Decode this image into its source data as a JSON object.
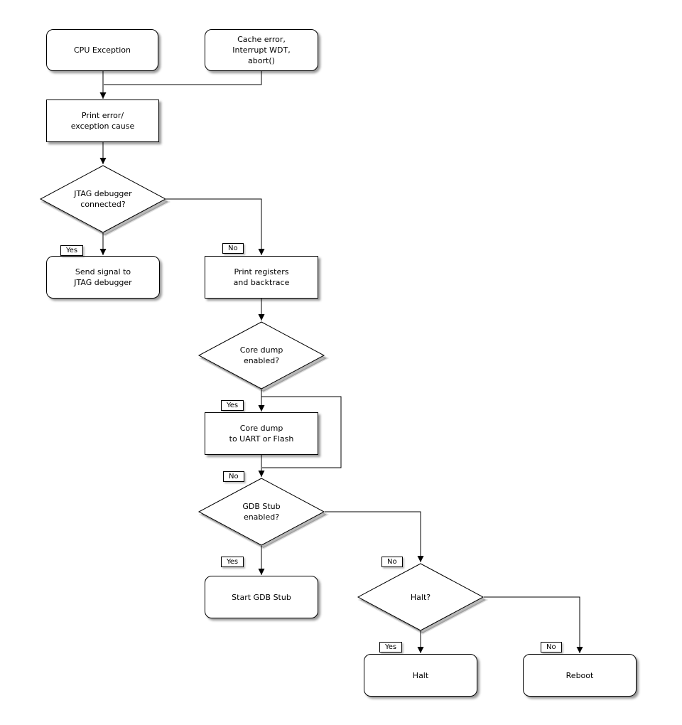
{
  "colors": {
    "background": "#ffffff",
    "node_fill": "#ffffff",
    "node_border": "#000000",
    "text": "#000000",
    "connector": "#000000",
    "shadow": "rgba(0,0,0,0.40)"
  },
  "nodes": {
    "cpu_exception": {
      "shape": "rounded",
      "label": "CPU Exception"
    },
    "cache_error": {
      "shape": "rounded",
      "label": "Cache error,\nInterrupt WDT,\nabort()"
    },
    "print_error": {
      "shape": "rect",
      "label": "Print error/\nexception cause"
    },
    "jtag_connected": {
      "shape": "decision",
      "label": "JTAG debugger\nconnected?"
    },
    "send_signal": {
      "shape": "rounded",
      "label": "Send signal to\nJTAG debugger"
    },
    "print_registers": {
      "shape": "rect",
      "label": "Print registers\nand backtrace"
    },
    "core_dump_enabled": {
      "shape": "decision",
      "label": "Core dump\nenabled?"
    },
    "core_dump": {
      "shape": "rect",
      "label": "Core dump\nto UART or Flash"
    },
    "gdb_stub_enabled": {
      "shape": "decision",
      "label": "GDB Stub\nenabled?"
    },
    "start_gdb_stub": {
      "shape": "rounded",
      "label": "Start GDB Stub"
    },
    "halt_question": {
      "shape": "decision",
      "label": "Halt?"
    },
    "halt": {
      "shape": "rounded",
      "label": "Halt"
    },
    "reboot": {
      "shape": "rounded",
      "label": "Reboot"
    }
  },
  "branch_labels": {
    "jtag_yes": "Yes",
    "jtag_no": "No",
    "core_dump_yes": "Yes",
    "core_dump_no": "No",
    "gdb_yes": "Yes",
    "gdb_no": "No",
    "halt_yes": "Yes",
    "halt_no": "No"
  }
}
